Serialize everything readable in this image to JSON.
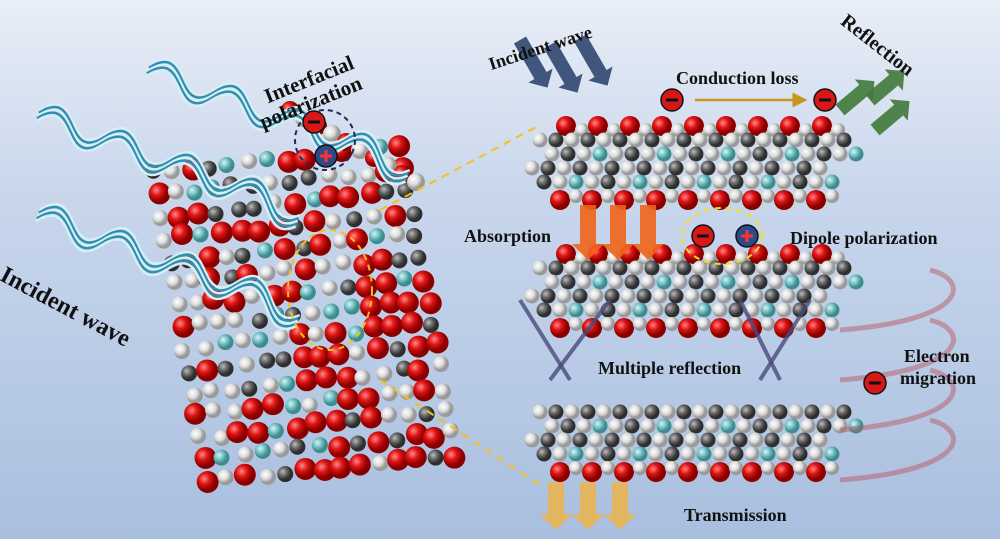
{
  "labels": {
    "interfacial_1": "Interfacial",
    "interfacial_2": "polarization",
    "incident_left": "Incident wave",
    "incident_right": "Incident wave",
    "conduction_loss": "Conduction loss",
    "reflection": "Reflection",
    "absorption": "Absorption",
    "dipole_polarization": "Dipole polarization",
    "multiple_reflection": "Multiple reflection",
    "electron_1": "Electron",
    "electron_2": "migration",
    "transmission": "Transmission"
  },
  "colors": {
    "oxygen": "#e01414",
    "carbon": "#6b6b6b",
    "hydrogen": "#e2e2e2",
    "teal": "#7ec6c9",
    "incident_arrow": "#2f4670",
    "reflection_arrow": "#3f7a3a",
    "absorption_arrow": "#f06418",
    "transmission_arrow": "#e8b450",
    "conduction_arrow": "#c8961c",
    "dashed": "#f2c21a"
  }
}
